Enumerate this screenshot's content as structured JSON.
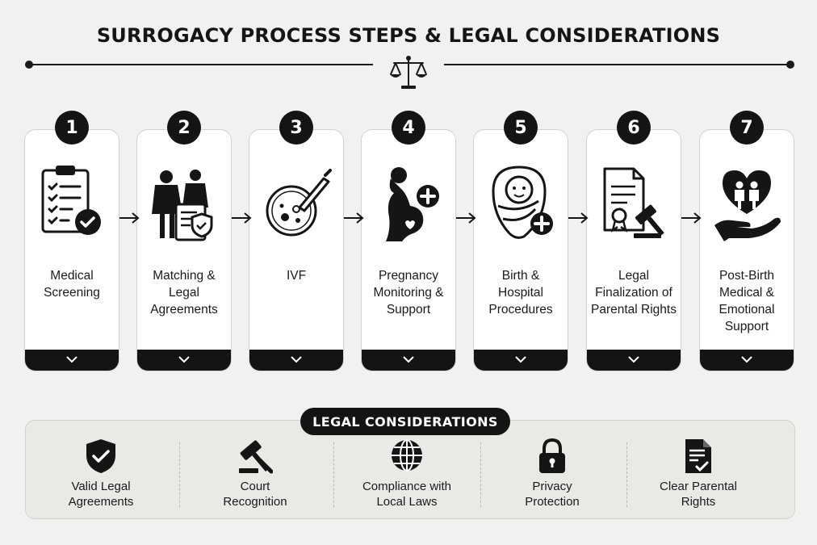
{
  "title": "SURROGACY PROCESS STEPS & LEGAL CONSIDERATIONS",
  "header_icon": "scales-of-justice-icon",
  "steps": [
    {
      "number": "1",
      "label": "Medical\nScreening",
      "icon": "clipboard-checklist-icon"
    },
    {
      "number": "2",
      "label": "Matching &\nLegal\nAgreements",
      "icon": "parents-document-shield-icon"
    },
    {
      "number": "3",
      "label": "IVF",
      "icon": "petri-dish-pipette-icon"
    },
    {
      "number": "4",
      "label": "Pregnancy\nMonitoring &\nSupport",
      "icon": "pregnant-woman-plus-icon"
    },
    {
      "number": "5",
      "label": "Birth &\nHospital\nProcedures",
      "icon": "swaddled-baby-plus-icon"
    },
    {
      "number": "6",
      "label": "Legal\nFinalization of\nParental Rights",
      "icon": "certificate-gavel-icon"
    },
    {
      "number": "7",
      "label": "Post-Birth\nMedical &\nEmotional\nSupport",
      "icon": "heart-family-hand-icon"
    }
  ],
  "legal": {
    "heading": "LEGAL CONSIDERATIONS",
    "items": [
      {
        "label": "Valid Legal\nAgreements",
        "icon": "shield-check-icon"
      },
      {
        "label": "Court\nRecognition",
        "icon": "gavel-icon"
      },
      {
        "label": "Compliance with\nLocal Laws",
        "icon": "globe-icon"
      },
      {
        "label": "Privacy\nProtection",
        "icon": "padlock-icon"
      },
      {
        "label": "Clear Parental\nRights",
        "icon": "document-check-icon"
      }
    ]
  },
  "colors": {
    "background": "#f2f1ef",
    "dark": "#141414",
    "card": "#ffffff",
    "panel": "#ebe9e6"
  }
}
